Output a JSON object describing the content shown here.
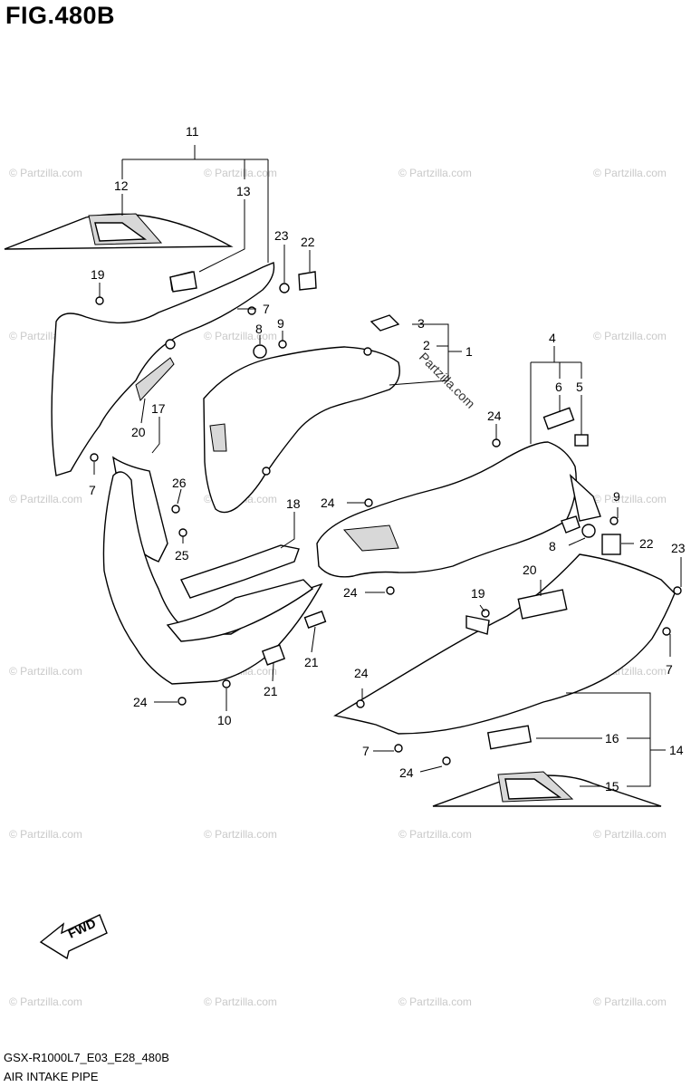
{
  "figure": {
    "title": "FIG.480B",
    "code": "GSX-R1000L7_E03_E28_480B",
    "name": "AIR INTAKE PIPE"
  },
  "watermark": {
    "text": "© Partzilla.com",
    "inline_text": "Partzilla.com"
  },
  "fwd_label": "FWD",
  "callouts": {
    "c1": "1",
    "c2": "2",
    "c3": "3",
    "c4": "4",
    "c5": "5",
    "c6": "6",
    "c7a": "7",
    "c7b": "7",
    "c7c": "7",
    "c7d": "7",
    "c8a": "8",
    "c8b": "8",
    "c9a": "9",
    "c9b": "9",
    "c10": "10",
    "c11": "11",
    "c12": "12",
    "c13": "13",
    "c14": "14",
    "c15": "15",
    "c16": "16",
    "c17": "17",
    "c18": "18",
    "c19a": "19",
    "c19b": "19",
    "c20a": "20",
    "c20b": "20",
    "c21a": "21",
    "c21b": "21",
    "c22a": "22",
    "c22b": "22",
    "c23a": "23",
    "c23b": "23",
    "c24a": "24",
    "c24b": "24",
    "c24c": "24",
    "c24d": "24",
    "c24e": "24",
    "c24f": "24",
    "c25": "25",
    "c26": "26"
  }
}
